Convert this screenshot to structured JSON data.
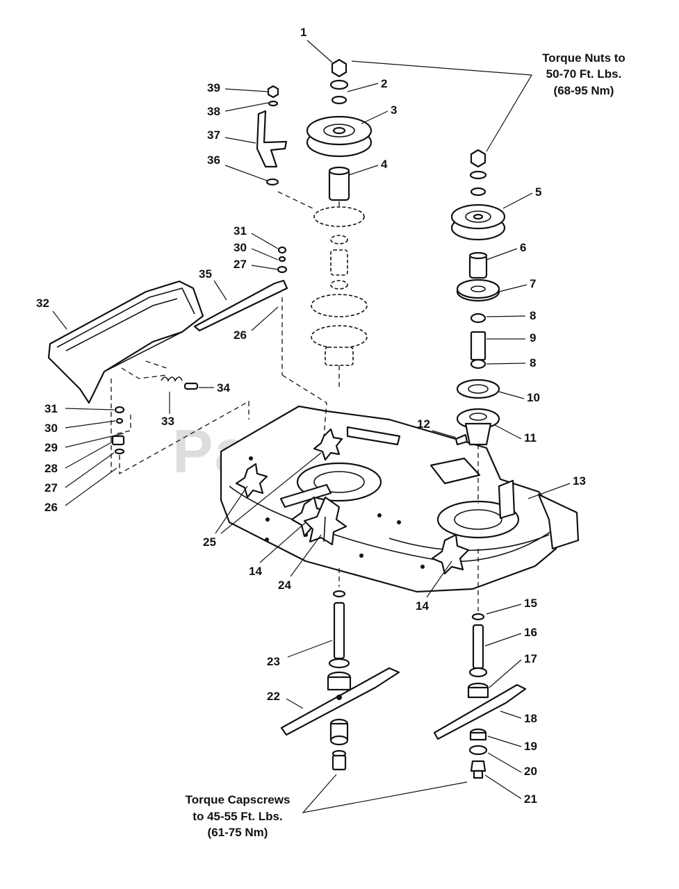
{
  "watermark": "PartsTree",
  "notes": {
    "nuts": [
      "Torque Nuts to",
      "50-70 Ft. Lbs.",
      "(68-95 Nm)"
    ],
    "capscrews": [
      "Torque Capscrews",
      "to 45-55 Ft. Lbs.",
      "(61-75 Nm)"
    ]
  },
  "callouts": {
    "c1": "1",
    "c2": "2",
    "c3": "3",
    "c4": "4",
    "c5": "5",
    "c6": "6",
    "c7": "7",
    "c8a": "8",
    "c8b": "8",
    "c9": "9",
    "c10": "10",
    "c11": "11",
    "c12": "12",
    "c13": "13",
    "c14a": "14",
    "c14b": "14",
    "c15": "15",
    "c16": "16",
    "c17": "17",
    "c18": "18",
    "c19": "19",
    "c20": "20",
    "c21": "21",
    "c22": "22",
    "c23": "23",
    "c24": "24",
    "c25": "25",
    "c26a": "26",
    "c26b": "26",
    "c27a": "27",
    "c27b": "27",
    "c28": "28",
    "c29": "29",
    "c30a": "30",
    "c30b": "30",
    "c31a": "31",
    "c31b": "31",
    "c32": "32",
    "c33": "33",
    "c34": "34",
    "c35": "35",
    "c36": "36",
    "c37": "37",
    "c38": "38",
    "c39": "39"
  }
}
